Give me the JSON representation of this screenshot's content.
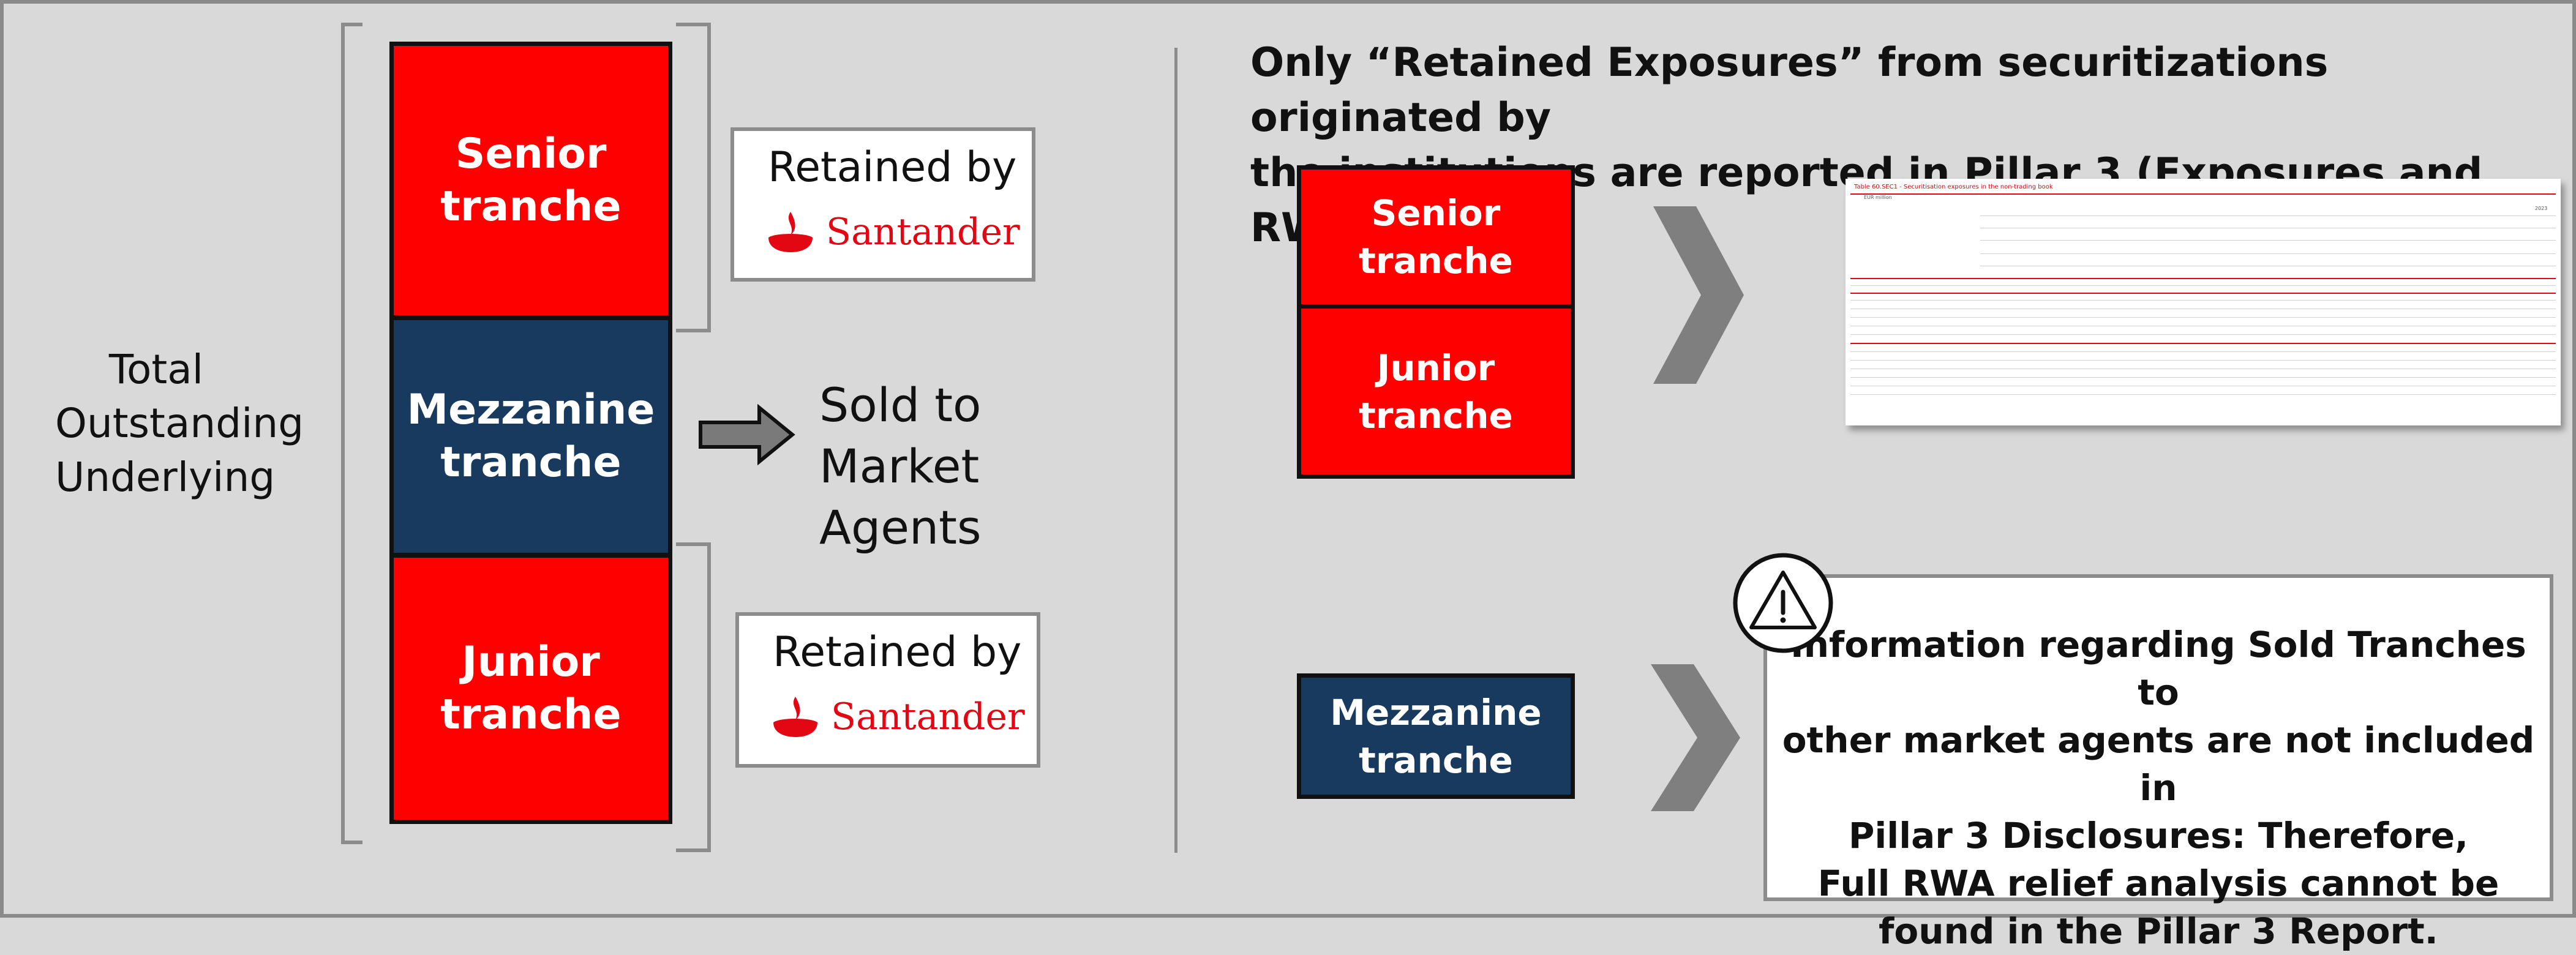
{
  "left_panel": {
    "total_label": "Total\nOutstanding\nUnderlying",
    "tranches": {
      "senior": "Senior\ntranche",
      "mezzanine": "Mezzanine\ntranche",
      "junior": "Junior\ntranche"
    },
    "retained_top": {
      "label": "Retained by",
      "brand": "Santander"
    },
    "retained_bottom": {
      "label": "Retained by",
      "brand": "Santander"
    },
    "sold_label": "Sold to Market\nAgents"
  },
  "right_panel": {
    "heading": "Only “Retained Exposures” from securitizations originated by\nthe institutions are reported in Pillar 3 (Exposures and RWA)",
    "retained_tranches": {
      "senior": "Senior\ntranche",
      "junior": "Junior\ntranche"
    },
    "mezzanine": "Mezzanine\ntranche",
    "warning_text": "Information regarding Sold Tranches to\nother market agents are not included in\nPillar 3 Disclosures: Therefore,\nFull RWA relief analysis cannot be\nfound in the Pillar 3 Report.",
    "table_thumbnail": {
      "title": "Table 60.SEC1 - Securitisation exposures in the non-trading book",
      "unit": "EUR million",
      "year": "2023"
    }
  },
  "colors": {
    "background": "#d9d9d9",
    "tranche_red": "#fe0000",
    "tranche_navy": "#173a5e",
    "brand_red": "#e30613",
    "bracket_gray": "#8c8c8c"
  },
  "icons": [
    "santander-flame-icon",
    "right-arrow-icon",
    "chevron-right-icon",
    "warning-icon"
  ]
}
